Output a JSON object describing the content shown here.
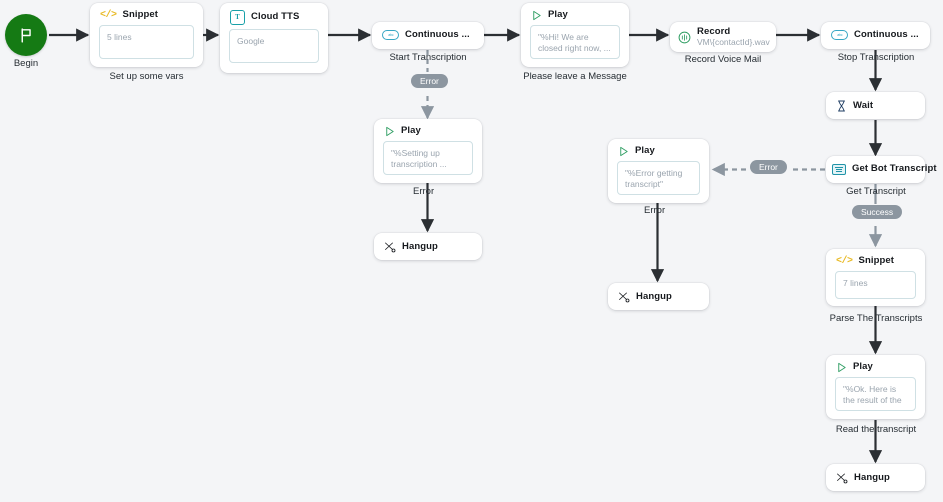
{
  "canvas": {
    "background": "#f4f5f7",
    "accent_green": "#157a14",
    "badge_gray": "#8c96a0",
    "field_border": "#cfe0e4",
    "snippet_icon_color": "#e8b923",
    "tts_icon_color": "#18a0a8",
    "play_icon_color": "#2f9e63",
    "wait_icon_color": "#1f3d63"
  },
  "nodes": {
    "begin": {
      "label": "Begin",
      "icon": "flag-icon"
    },
    "snippet_vars": {
      "title": "Snippet",
      "icon": "code-snippet-icon",
      "field_value": "5 lines",
      "caption": "Set up some vars"
    },
    "cloud_tts": {
      "title": "Cloud TTS",
      "icon": "text-to-speech-icon",
      "field_value": "Google",
      "caption": ""
    },
    "start_transcription": {
      "title": "Continuous ...",
      "icon": "continuous-pill-icon",
      "caption": "Start Transcription"
    },
    "play_greeting": {
      "title": "Play",
      "icon": "play-icon",
      "field_value": "\"%Hi! We are closed right now, ...",
      "caption": "Please leave a Message"
    },
    "record_voicemail": {
      "title": "Record",
      "subtitle": "VM\\{contactId}.wav",
      "icon": "record-icon",
      "caption": "Record Voice Mail"
    },
    "stop_transcription": {
      "title": "Continuous ...",
      "icon": "continuous-pill-icon",
      "caption": "Stop Transcription"
    },
    "wait": {
      "title": "Wait",
      "icon": "hourglass-icon",
      "caption": ""
    },
    "get_bot_transcript": {
      "title": "Get Bot Transcript",
      "icon": "transcript-icon",
      "caption": "Get Transcript"
    },
    "snippet_parse": {
      "title": "Snippet",
      "icon": "code-snippet-icon",
      "field_value": "7 lines",
      "caption": "Parse The Transcripts"
    },
    "play_result": {
      "title": "Play",
      "icon": "play-icon",
      "field_value": "\"%Ok. Here is the result of the ...",
      "caption": "Read the transcript"
    },
    "hangup_right": {
      "title": "Hangup",
      "icon": "hangup-icon"
    },
    "play_setup_error": {
      "title": "Play",
      "icon": "play-icon",
      "field_value": "\"%Setting up transcription ...",
      "caption": "Error"
    },
    "hangup_mid_left": {
      "title": "Hangup",
      "icon": "hangup-icon"
    },
    "play_transcript_error": {
      "title": "Play",
      "icon": "play-icon",
      "field_value": "\"%Error getting transcript\"",
      "caption": "Error"
    },
    "hangup_mid": {
      "title": "Hangup",
      "icon": "hangup-icon"
    }
  },
  "badges": {
    "error_start_transcription": "Error",
    "error_get_transcript": "Error",
    "success_get_transcript": "Success"
  }
}
